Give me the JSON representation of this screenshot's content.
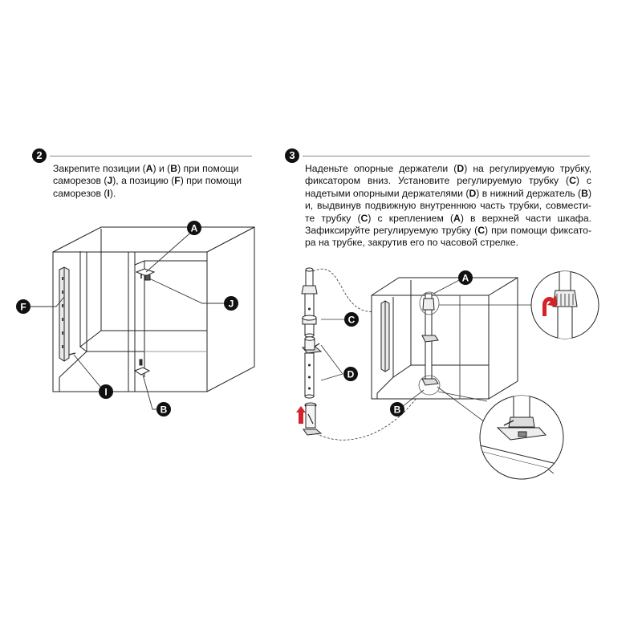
{
  "step2": {
    "number": "2",
    "lines": [
      [
        "Закрепите позиции (",
        "A",
        ") и (",
        "B",
        ") при помощи"
      ],
      [
        "саморезов (",
        "J",
        "), а позицию (",
        "F",
        ") при помощи"
      ],
      [
        "саморезов (",
        "I",
        ")."
      ]
    ],
    "callouts": [
      "A",
      "J",
      "F",
      "I",
      "B"
    ]
  },
  "step3": {
    "number": "3",
    "lines": [
      [
        "Наденьте опорные держатели (",
        "D",
        ") на регулируемую трубку,"
      ],
      [
        "фиксатором вниз. Установите регулируемую трубку (",
        "C",
        ") с"
      ],
      [
        "надетыми опорными держателями (",
        "D",
        ") в нижний держатель (",
        "B",
        ")"
      ],
      [
        "и, выдвинув подвижную внутреннюю часть трубки, совмести-"
      ],
      [
        "те трубку (",
        "C",
        ") с креплением (",
        "A",
        ") в верхней части шкафа."
      ],
      [
        "Зафиксируйте регулируемую трубку (",
        "C",
        ") при помощи фиксато-"
      ],
      [
        "ра на трубке, закрутив его по часовой стрелке."
      ]
    ],
    "callouts": [
      "C",
      "D",
      "A",
      "B"
    ]
  },
  "colors": {
    "ink": "#111111",
    "rule": "#8a8a8a",
    "arrow": "#d2232a",
    "shade": "#cfcfcf"
  },
  "icons": [
    "rotate-arrow-icon",
    "up-arrow-icon"
  ]
}
